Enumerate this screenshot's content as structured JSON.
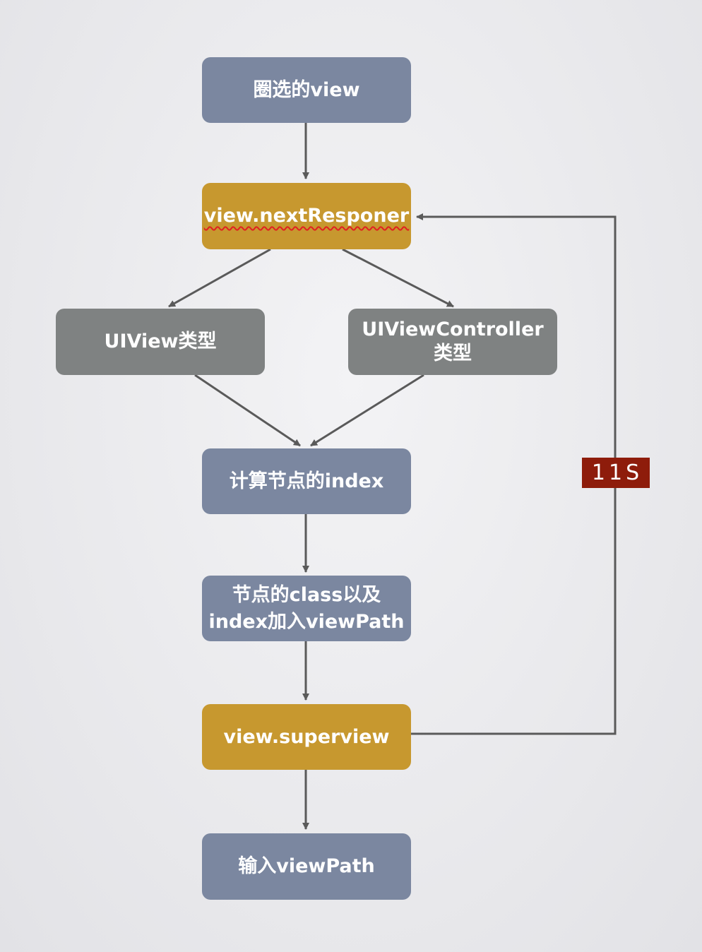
{
  "diagram": {
    "nodes": {
      "selected_view": "圈选的view",
      "next_responder": "view.nextResponer",
      "uiview_type": "UIView类型",
      "uiviewcontroller_type": "UIViewController\n类型",
      "compute_index": "计算节点的index",
      "add_to_path": "节点的class以及\nindex加入viewPath",
      "superview": "view.superview",
      "output_path": "输入viewPath"
    },
    "loop_label": "11S",
    "colors": {
      "blue_node": "#7b87a0",
      "gold_node": "#c7982f",
      "gray_node": "#7f8282",
      "label_bg": "#8e1c0b",
      "edge": "#5a5a5a"
    }
  }
}
